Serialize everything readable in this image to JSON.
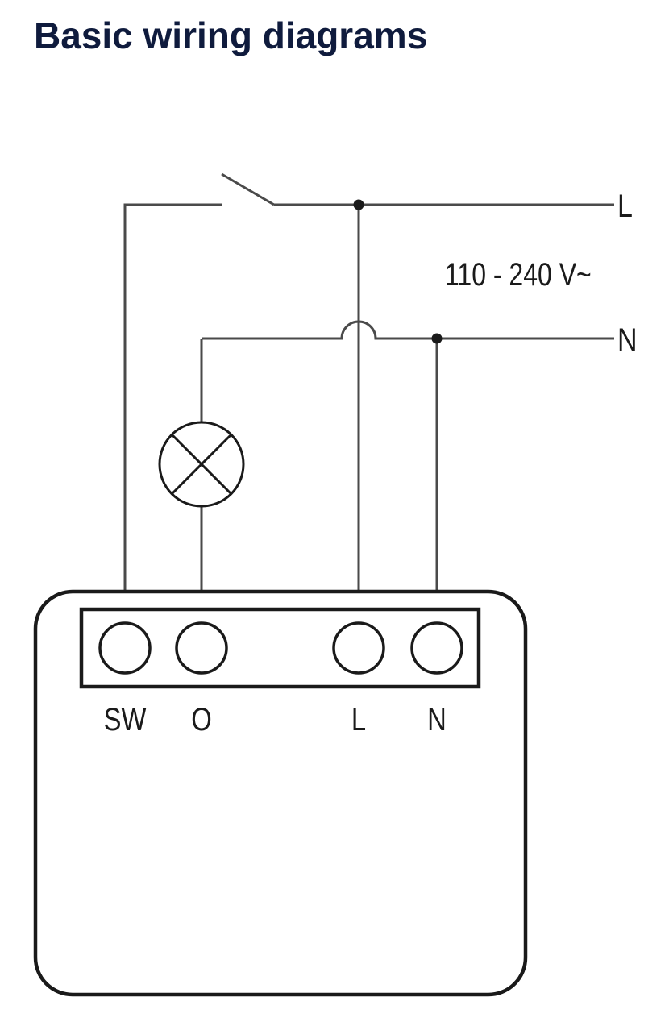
{
  "title": "Basic wiring diagrams",
  "diagram": {
    "line_labels": {
      "live": "L",
      "neutral": "N"
    },
    "voltage": "110 - 240 V~",
    "terminals": [
      "SW",
      "O",
      "L",
      "N"
    ],
    "colors": {
      "title": "#0f1b3d",
      "lines": "#1a1a1a",
      "wires": "#4a4a4a"
    }
  }
}
